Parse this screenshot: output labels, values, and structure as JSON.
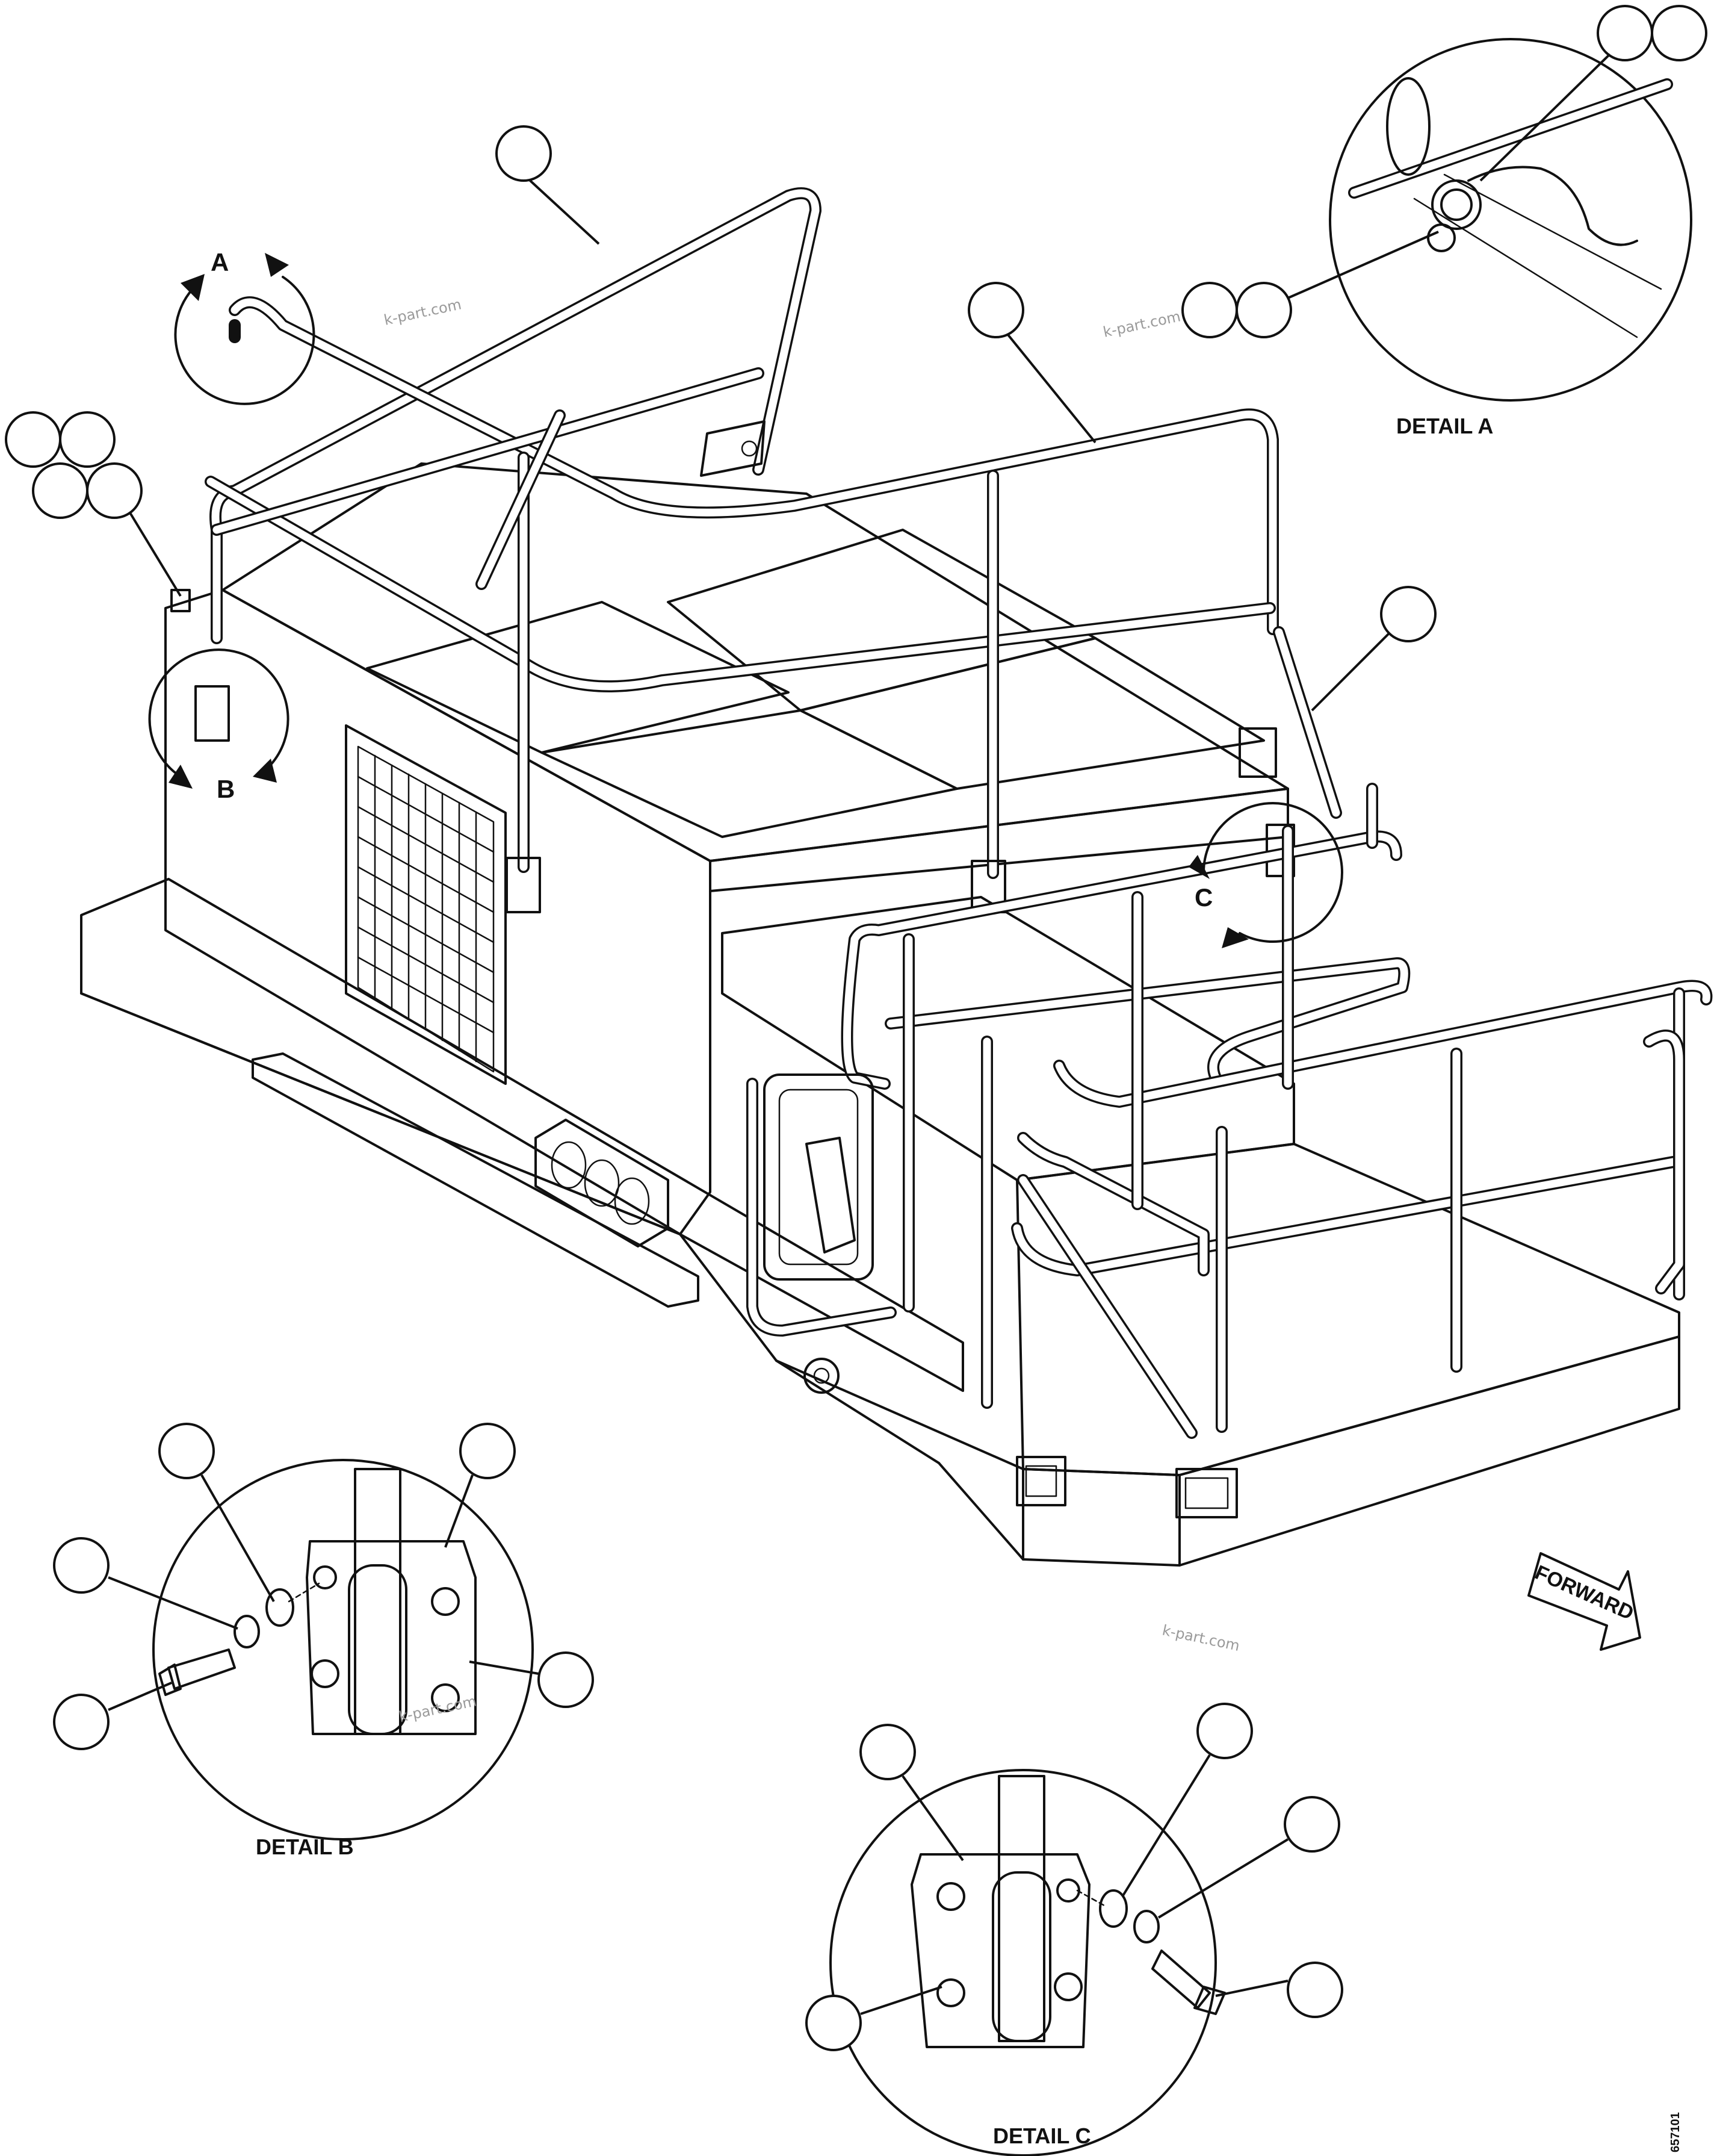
{
  "diagram": {
    "view_letters": [
      "A",
      "B",
      "C"
    ],
    "detail_titles": {
      "detail_a": "DETAIL A",
      "detail_b": "DETAIL B",
      "detail_c": "DETAIL C"
    },
    "forward_label": "FORWARD",
    "watermarks": [
      "k-part.com",
      "k-part.com",
      "k-part.com",
      "k-part.com"
    ],
    "figure_code": "657101"
  }
}
